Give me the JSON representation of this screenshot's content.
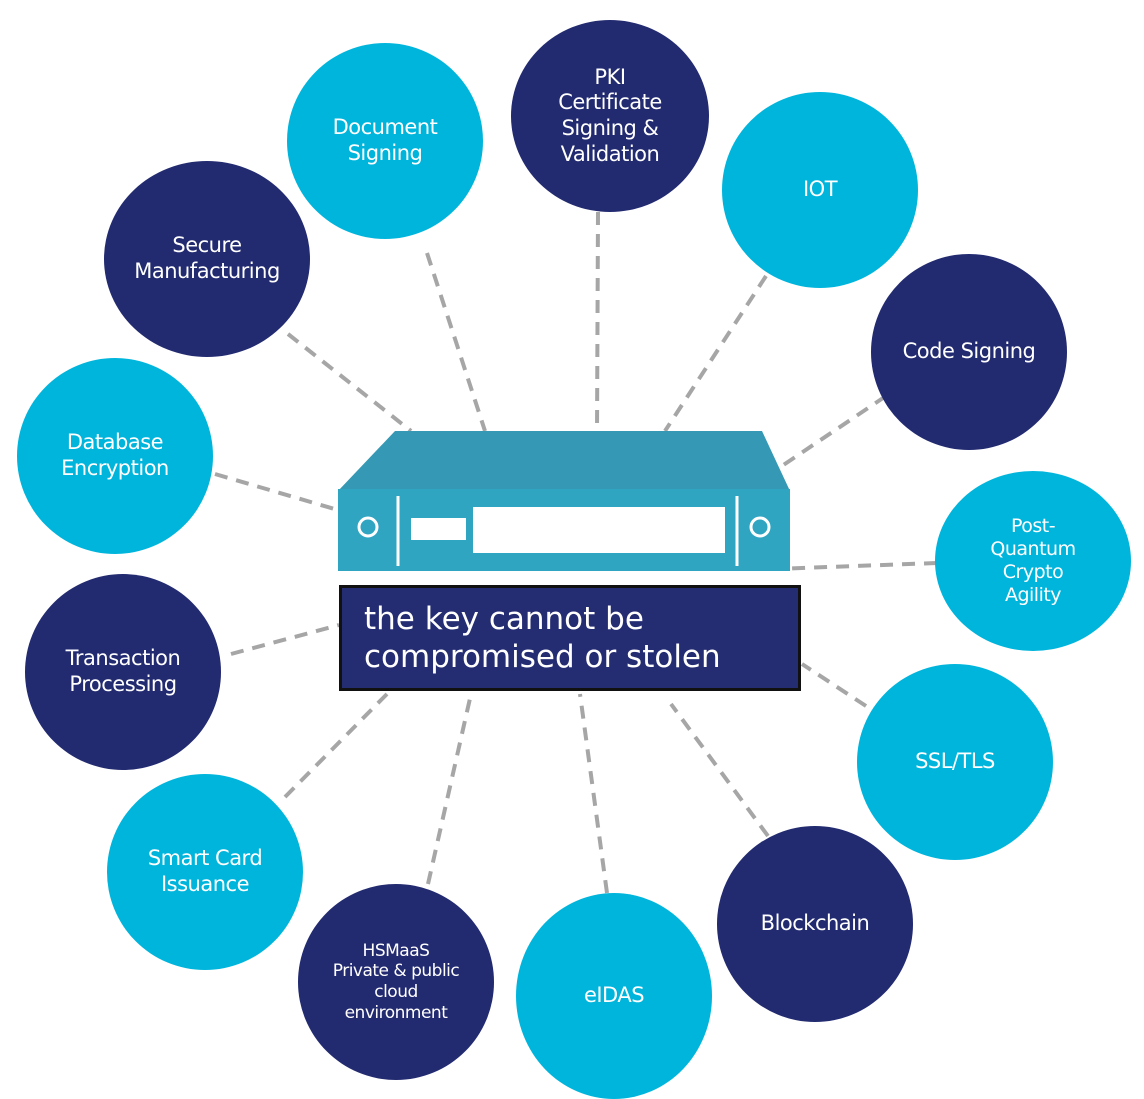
{
  "diagram": {
    "center_caption": "the key cannot be\ncompromised or stolen",
    "colors": {
      "light_node": "#00b5dc",
      "dark_node": "#222a70",
      "device_top": "#3598b4",
      "device_front": "#2fa5c2",
      "connector": "#a6a6a6",
      "caption_bg": "#242c72"
    },
    "nodes": [
      {
        "id": "pki",
        "label": "PKI\nCertificate\nSigning &\nValidation",
        "tone": "dark"
      },
      {
        "id": "iot",
        "label": "IOT",
        "tone": "light"
      },
      {
        "id": "code-signing",
        "label": "Code Signing",
        "tone": "dark"
      },
      {
        "id": "post-quantum",
        "label": "Post-\nQuantum\nCrypto\nAgility",
        "tone": "light"
      },
      {
        "id": "ssl-tls",
        "label": "SSL/TLS",
        "tone": "light"
      },
      {
        "id": "blockchain",
        "label": "Blockchain",
        "tone": "dark"
      },
      {
        "id": "eidas",
        "label": "eIDAS",
        "tone": "light"
      },
      {
        "id": "hsmaas",
        "label": "HSMaaS\nPrivate & public\ncloud\nenvironment",
        "tone": "dark"
      },
      {
        "id": "smart-card",
        "label": "Smart Card\nIssuance",
        "tone": "light"
      },
      {
        "id": "transaction",
        "label": "Transaction\nProcessing",
        "tone": "dark"
      },
      {
        "id": "database-encryption",
        "label": "Database\nEncryption",
        "tone": "light"
      },
      {
        "id": "secure-manufacturing",
        "label": "Secure\nManufacturing",
        "tone": "dark"
      },
      {
        "id": "document-signing",
        "label": "Document\nSigning",
        "tone": "light"
      }
    ]
  }
}
